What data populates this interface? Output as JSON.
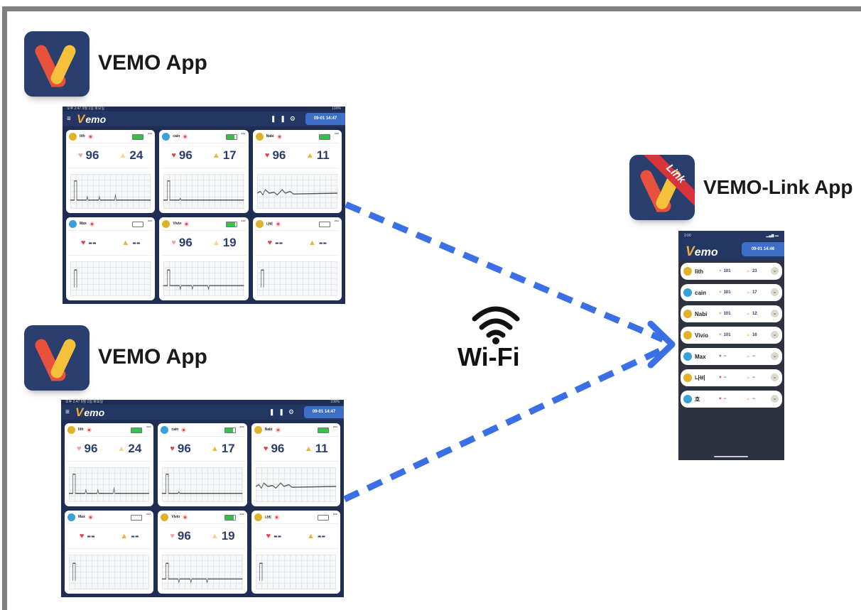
{
  "apps": [
    {
      "title": "VEMO App"
    },
    {
      "title": "VEMO App"
    }
  ],
  "link_app": {
    "title": "VEMO-Link App",
    "badge": "Link"
  },
  "connection": {
    "label": "Wi-Fi",
    "icon": "wifi-icon"
  },
  "tablet": {
    "status_left": "오후 2:47  9월 1일 화요일",
    "status_right": "100%",
    "brand": "emo",
    "date": "09-01 14:47",
    "monitors": [
      {
        "name": "lith",
        "hr": "96",
        "rr": "24",
        "avatar": "yellow",
        "battery": 1.0
      },
      {
        "name": "cain",
        "hr": "96",
        "rr": "17",
        "avatar": "blue",
        "battery": 0.8
      },
      {
        "name": "Nabi",
        "hr": "96",
        "rr": "11",
        "avatar": "yellow",
        "battery": 1.0
      },
      {
        "name": "Max",
        "hr": "--",
        "rr": "--",
        "avatar": "blue",
        "battery": 0.0
      },
      {
        "name": "Vivio",
        "hr": "96",
        "rr": "19",
        "avatar": "yellow",
        "battery": 0.9
      },
      {
        "name": "나비",
        "hr": "--",
        "rr": "--",
        "avatar": "yellow",
        "battery": 0.0
      }
    ]
  },
  "phone": {
    "status_time": "2:00",
    "brand": "emo",
    "date": "09-01 14:46",
    "rows": [
      {
        "name": "lith",
        "hr": "101",
        "rr": "23",
        "avatar": "yellow"
      },
      {
        "name": "cain",
        "hr": "101",
        "rr": "17",
        "avatar": "blue"
      },
      {
        "name": "Nabi",
        "hr": "101",
        "rr": "12",
        "avatar": "yellow"
      },
      {
        "name": "Vivio",
        "hr": "101",
        "rr": "16",
        "avatar": "yellow"
      },
      {
        "name": "Max",
        "hr": "--",
        "rr": "--",
        "avatar": "blue"
      },
      {
        "name": "나비",
        "hr": "--",
        "rr": "--",
        "avatar": "yellow"
      },
      {
        "name": "호",
        "hr": "--",
        "rr": "--",
        "avatar": "blue"
      }
    ]
  },
  "colors": {
    "arrow": "#3b6fe6",
    "icon_bg": "#2b3f6e",
    "brand_orange": "#f2a93b",
    "link_ribbon": "#d8323a"
  }
}
